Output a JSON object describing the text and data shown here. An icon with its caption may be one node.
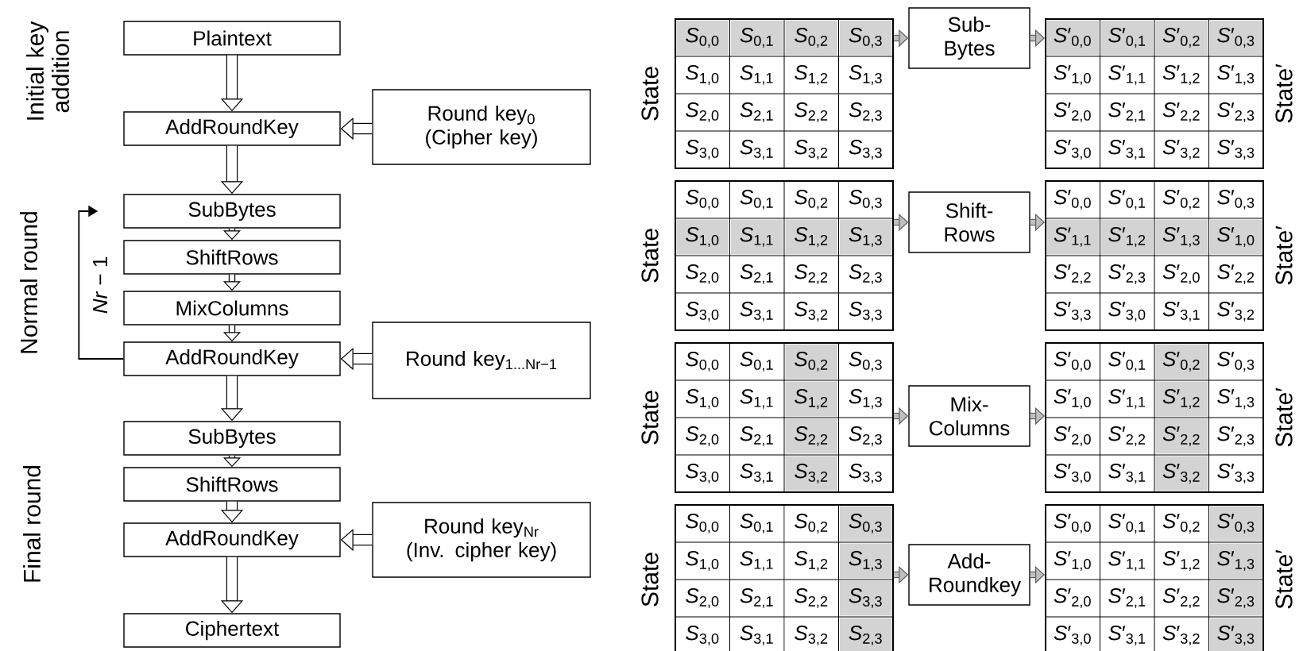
{
  "diagram": {
    "nodes": [
      {
        "text": [
          "Plaintext"
        ]
      },
      {
        "text": [
          "AddRoundKey"
        ]
      },
      {
        "text": [
          "Round key$_{0}$ (Cipher key)"
        ]
      },
      {
        "text": [
          "SubBytes"
        ]
      },
      {
        "text": [
          "ShiftRows"
        ]
      },
      {
        "text": [
          "MixColumns"
        ]
      },
      {
        "text": [
          "AddRoundKey"
        ]
      },
      {
        "text": [
          "Round key$_{1...Nr−1}$"
        ]
      },
      {
        "text": [
          "SubBytes"
        ]
      },
      {
        "text": [
          "ShiftRows"
        ]
      },
      {
        "text": [
          "AddRoundKey"
        ]
      },
      {
        "text": [
          "Round key$_{Nr}$ (Inv. cipher key)"
        ]
      },
      {
        "text": [
          "Ciphertext"
        ]
      },
      {
        "text": [],
        "shape": "box",
        "beside": [
          "State"
        ]
      },
      {
        "text": [
          "Sub-Bytes"
        ]
      },
      {
        "text": [],
        "shape": "box",
        "beside": [
          "State′"
        ]
      },
      {
        "text": [],
        "shape": "box",
        "beside": [
          "State"
        ]
      },
      {
        "text": [
          "Shift-Rows"
        ]
      },
      {
        "text": [],
        "shape": "box",
        "beside": [
          "State′"
        ]
      },
      {
        "text": [],
        "shape": "box",
        "beside": [
          "State"
        ]
      },
      {
        "text": [
          "Mix-Columns"
        ]
      },
      {
        "text": [],
        "shape": "box",
        "beside": [
          "State′"
        ]
      },
      {
        "text": [],
        "shape": "box",
        "beside": [
          "State"
        ]
      },
      {
        "text": [
          "Add-Roundkey"
        ]
      },
      {
        "text": [],
        "shape": "box",
        "beside": [
          "State′"
        ]
      }
    ],
    "edges": [
      {
        "from": 0,
        "to": 1,
        "arrow": "to"
      },
      {
        "from": 2,
        "to": 1,
        "arrow": "to"
      },
      {
        "from": 1,
        "to": 3,
        "arrow": "to"
      },
      {
        "from": 3,
        "to": 4,
        "arrow": "to"
      },
      {
        "from": 4,
        "to": 5,
        "arrow": "to"
      },
      {
        "from": 5,
        "to": 6,
        "arrow": "to"
      },
      {
        "from": 7,
        "to": 6,
        "arrow": "to"
      },
      {
        "from": 6,
        "to": 3,
        "arrow": "to",
        "label": "*Nr* − 1"
      },
      {
        "from": 6,
        "to": 8,
        "arrow": "to"
      },
      {
        "from": 8,
        "to": 9,
        "arrow": "to"
      },
      {
        "from": 9,
        "to": 10,
        "arrow": "to"
      },
      {
        "from": 11,
        "to": 10,
        "arrow": "to"
      },
      {
        "from": 10,
        "to": 12,
        "arrow": "to"
      },
      {
        "from": 13,
        "to": 14,
        "arrow": "to",
        "color": "#606060"
      },
      {
        "from": 14,
        "to": 15,
        "arrow": "to",
        "color": "#606060"
      },
      {
        "from": 16,
        "to": 17,
        "arrow": "to",
        "color": "#606060"
      },
      {
        "from": 17,
        "to": 18,
        "arrow": "to",
        "color": "#606060"
      },
      {
        "from": 19,
        "to": 20,
        "arrow": "to",
        "color": "#606060"
      },
      {
        "from": 20,
        "to": 21,
        "arrow": "to",
        "color": "#606060"
      },
      {
        "from": 22,
        "to": 23,
        "arrow": "to",
        "color": "#606060"
      },
      {
        "from": 23,
        "to": 24,
        "arrow": "to",
        "color": "#606060"
      }
    ],
    "labels": [
      "Initial key addition",
      "Normal round",
      "Final round",
      "*S*$_{0,0}$",
      "*S*$_{0,1}$",
      "*S*$_{0,2}$",
      "*S*$_{0,3}$",
      "*S*$_{1,0}$",
      "*S*$_{1,1}$",
      "*S*$_{1,2}$",
      "*S*$_{1,3}$",
      "*S*$_{2,0}$",
      "*S*$_{2,1}$",
      "*S*$_{2,2}$",
      "*S*$_{2,3}$",
      "*S*$_{3,0}$",
      "*S*$_{3,1}$",
      "*S*$_{3,2}$",
      "*S*$_{3,3}$",
      "*S*′$_{0,0}$",
      "*S*′$_{0,1}$",
      "*S*′$_{0,2}$",
      "*S*′$_{0,3}$",
      "*S*′$_{1,0}$",
      "*S*′$_{1,1}$",
      "*S*′$_{1,2}$",
      "*S*′$_{1,3}$",
      "*S*′$_{2,0}$",
      "*S*′$_{2,1}$",
      "*S*′$_{2,2}$",
      "*S*′$_{2,3}$",
      "*S*′$_{3,0}$",
      "*S*′$_{3,1}$",
      "*S*′$_{3,2}$",
      "*S*′$_{3,3}$",
      "*S*$_{0,0}$",
      "*S*$_{0,1}$",
      "*S*$_{0,2}$",
      "*S*$_{0,3}$",
      "*S*$_{1,0}$",
      "*S*$_{1,1}$",
      "*S*$_{1,2}$",
      "*S*$_{1,3}$",
      "*S*$_{2,0}$",
      "*S*$_{2,1}$",
      "*S*$_{2,2}$",
      "*S*$_{2,3}$",
      "*S*$_{3,0}$",
      "*S*$_{3,1}$",
      "*S*$_{3,2}$",
      "*S*$_{3,3}$",
      "*S*′$_{0,0}$",
      "*S*′$_{0,1}$",
      "*S*′$_{0,2}$",
      "*S*′$_{0,3}$",
      "*S*′$_{1,1}$",
      "*S*′$_{1,2}$",
      "*S*′$_{1,3}$",
      "*S*′$_{1,0}$",
      "*S*′$_{2,2}$",
      "*S*′$_{2,3}$",
      "*S*′$_{2,0}$",
      "*S*′$_{2,2}$",
      "*S*′$_{3,3}$",
      "*S*′$_{3,0}$",
      "*S*′$_{3,1}$",
      "*S*′$_{3,2}$",
      "*S*$_{0,0}$",
      "*S*$_{0,1}$",
      "*S*$_{0,2}$",
      "*S*$_{0,3}$",
      "*S*$_{1,0}$",
      "*S*$_{1,1}$",
      "*S*$_{1,2}$",
      "*S*$_{1,3}$",
      "*S*$_{2,0}$",
      "*S*$_{2,1}$",
      "*S*$_{2,2}$",
      "*S*$_{2,3}$",
      "*S*$_{3,0}$",
      "*S*$_{3,1}$",
      "*S*$_{3,2}$",
      "*S*$_{3,3}$",
      "*S*′$_{0,0}$",
      "*S*′$_{0,1}$",
      "*S*′$_{0,2}$",
      "*S*′$_{0,3}$",
      "*S*′$_{1,0}$",
      "*S*′$_{1,1}$",
      "*S*′$_{1,2}$",
      "*S*′$_{1,3}$",
      "*S*′$_{2,0}$",
      "*S*′$_{2,2}$",
      "*S*′$_{2,2}$",
      "*S*′$_{2,3}$",
      "*S*′$_{3,0}$",
      "*S*′$_{3,1}$",
      "*S*′$_{3,2}$",
      "*S*′$_{3,3}$",
      "*S*$_{0,0}$",
      "*S*$_{0,1}$",
      "*S*$_{0,2}$",
      "*S*$_{0,3}$",
      "*S*$_{1,0}$",
      "*S*$_{1,1}$",
      "*S*$_{1,2}$",
      "*S*$_{1,3}$",
      "*S*$_{2,0}$",
      "*S*$_{2,1}$",
      "*S*$_{2,2}$",
      "*S*$_{3,3}$",
      "*S*$_{3,0}$",
      "*S*$_{3,1}$",
      "*S*$_{3,2}$",
      "*S*$_{2,3}$",
      "*S*′$_{0,0}$",
      "*S*′$_{0,1}$",
      "*S*′$_{0,2}$",
      "*S*′$_{0,3}$",
      "*S*′$_{1,0}$",
      "*S*′$_{1,1}$",
      "*S*′$_{1,2}$",
      "*S*′$_{1,3}$",
      "*S*′$_{2,0}$",
      "*S*′$_{2,1}$",
      "*S*′$_{2,2}$",
      "*S*′$_{2,3}$",
      "*S*′$_{3,0}$",
      "*S*′$_{3,1}$",
      "*S*′$_{3,2}$",
      "*S*′$_{3,3}$"
    ]
  }
}
